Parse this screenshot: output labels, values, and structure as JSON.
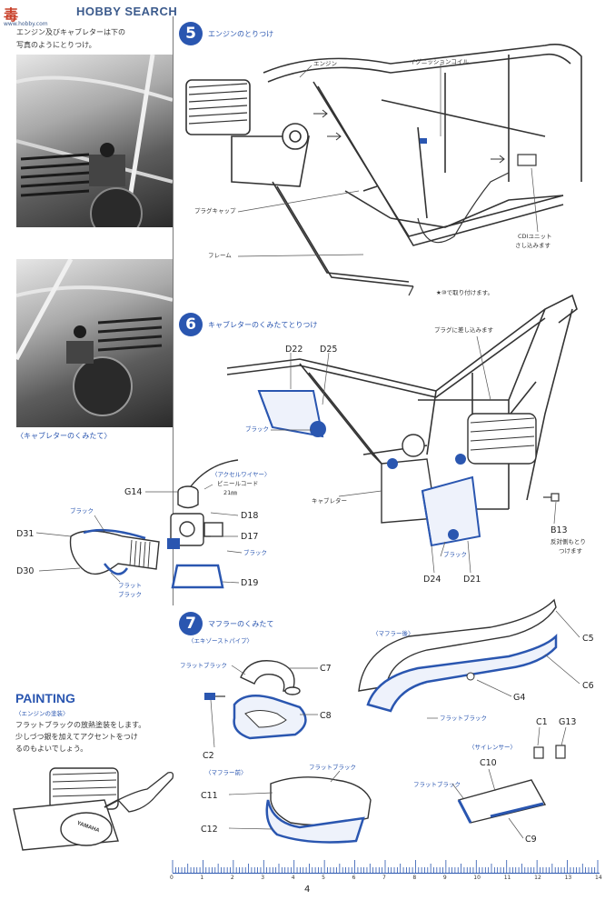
{
  "watermark": {
    "logo": "毒",
    "site": "HOBBY SEARCH",
    "url": "www.hobby.com"
  },
  "intro": {
    "line1": "エンジン及びキャブレターは下の",
    "line2": "写真のようにとりつけ。"
  },
  "photo_caption": "〈キャブレターのくみたて〉",
  "step5": {
    "number": "5",
    "title": "エンジンのとりつけ",
    "labels": {
      "engine": "エンジン",
      "ignition": "イグニッションコイル",
      "plug_cap": "プラグキャップ",
      "frame": "フレーム",
      "cdi_line1": "CDIユニット",
      "cdi_line2": "さし込みます",
      "bolt_note": "★⑩で取り付けます。"
    }
  },
  "step6": {
    "number": "6",
    "title": "キャブレターのくみたてとりつけ",
    "labels": {
      "d22": "D22",
      "d25": "D25",
      "plug_insert": "プラグに差し込みます",
      "black": "ブラック",
      "carb": "キャブレター",
      "b13": "B13",
      "opp_line1": "反対側もとり",
      "opp_line2": "つけます",
      "d24": "D24",
      "d21": "D21"
    }
  },
  "carb_assembly": {
    "g14": "G14",
    "accel_wire": "〈アクセルワイヤー〉",
    "vinyl_line1": "ビニールコード",
    "vinyl_line2": "21㎜",
    "black1": "ブラック",
    "d18": "D18",
    "d31": "D31",
    "d17": "D17",
    "black2": "ブラック",
    "d30": "D30",
    "flat_black_line1": "フラット",
    "flat_black_line2": "ブラック",
    "d19": "D19"
  },
  "step7": {
    "number": "7",
    "title": "マフラーのくみたて",
    "exhaust_pipe": "〈エキゾーストパイプ〉",
    "flat_black_a": "フラットブラック",
    "c7": "C7",
    "c8": "C8",
    "c2": "C2",
    "muffler_rear": "〈マフラー後〉",
    "c5": "C5",
    "c6": "C6",
    "g4": "G4",
    "flat_black_b": "フラットブラック",
    "c1": "C1",
    "g13": "G13",
    "silencer": "〈サイレンサー〉",
    "muffler_front": "〈マフラー前〉",
    "flat_black_c": "フラットブラック",
    "c11": "C11",
    "c12": "C12",
    "flat_black_d": "フラットブラック",
    "c10": "C10",
    "c9": "C9"
  },
  "painting": {
    "heading": "PAINTING",
    "sub": "〈エンジンの塗装〉",
    "line1": "フラットブラックの放熱塗装をします。",
    "line2": "少しづつ銀を加えてアクセントをつけ",
    "line3": "るのもよいでしょう。",
    "engine_mark": "YAMAHA"
  },
  "ruler": {
    "ticks": [
      "0",
      "1",
      "2",
      "3",
      "4",
      "5",
      "6",
      "7",
      "8",
      "9",
      "10",
      "11",
      "12",
      "13",
      "14"
    ]
  },
  "page_number": "4",
  "colors": {
    "accent": "#2a56b0",
    "line": "#333333"
  }
}
